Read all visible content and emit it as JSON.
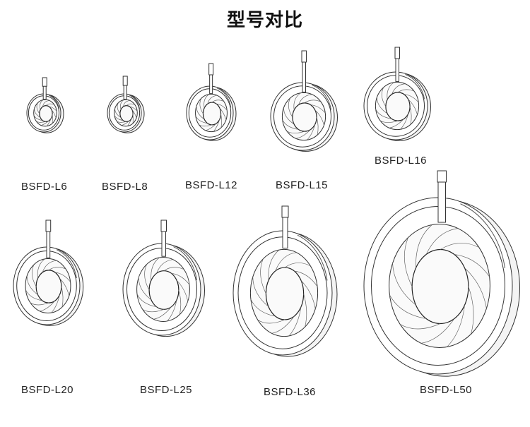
{
  "title": "型号对比",
  "models": [
    {
      "label": "BSFD-L6"
    },
    {
      "label": "BSFD-L8"
    },
    {
      "label": "BSFD-L12"
    },
    {
      "label": "BSFD-L15"
    },
    {
      "label": "BSFD-L16"
    },
    {
      "label": "BSFD-L20"
    },
    {
      "label": "BSFD-L25"
    },
    {
      "label": "BSFD-L36"
    },
    {
      "label": "BSFD-L50"
    }
  ]
}
